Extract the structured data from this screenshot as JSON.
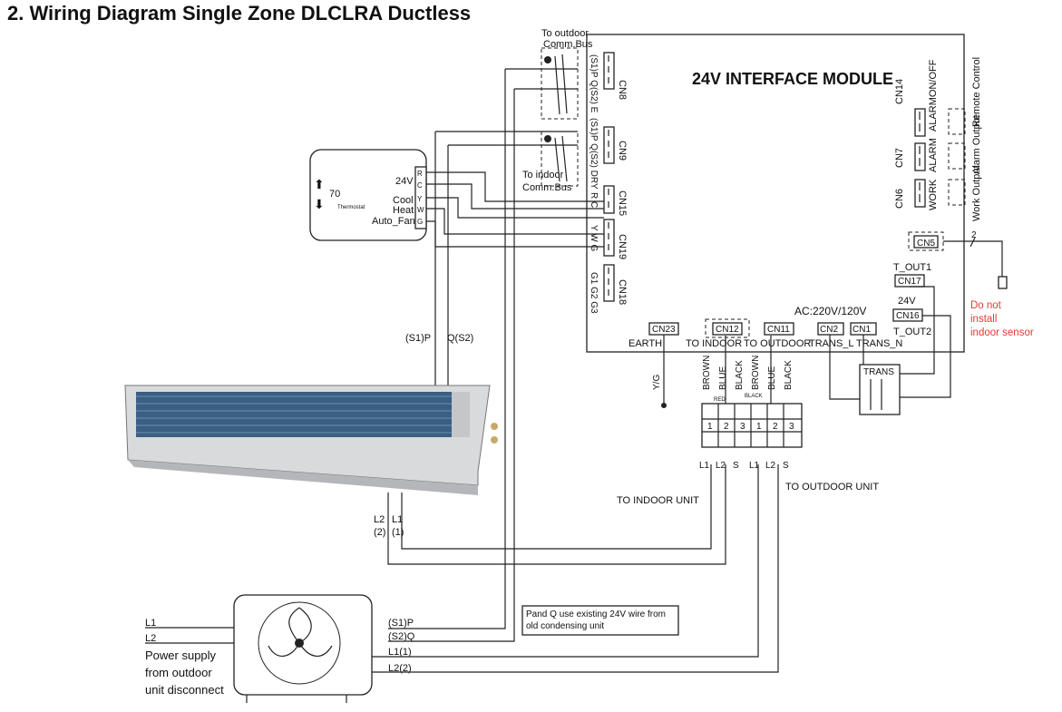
{
  "title": "2.   Wiring Diagram Single Zone DLCLRA Ductless",
  "module": {
    "title": "24V INTERFACE MODULE",
    "ports": {
      "cn8": "CN8",
      "cn9": "CN9",
      "cn15": "CN15",
      "cn19": "CN19",
      "cn18": "CN18",
      "cn14": "CN14",
      "cn7": "CN7",
      "cn6": "CN6",
      "cn5": "CN5",
      "cn17": "CN17",
      "cn16": "CN16",
      "cn23": "CN23",
      "cn12": "CN12",
      "cn11": "CN11",
      "cn2": "CN2",
      "cn1": "CN1"
    },
    "pins": {
      "cn8": "(S1)P Q(S2) E",
      "cn9": "(S1)P Q(S2) DRY",
      "cn15": "R C",
      "cn19": "Y W G",
      "cn18": "G1 G2 G3"
    },
    "right_labels": {
      "alarm_on_off": "ALARMON/OFF",
      "alarm": "ALARM",
      "work": "WORK",
      "remote_control": "Remote Control",
      "alarm_output": "Alarm Output",
      "work_output": "Work Output"
    },
    "bottom_labels": {
      "earth": "EARTH",
      "to_indoor": "TO INDOOR",
      "to_outdoor": "TO OUTDOOR",
      "trans_l": "TRANS_L",
      "trans_n": "TRANS_N",
      "ac": "AC:220V/120V",
      "t_out1": "T_OUT1",
      "t_out2": "T_OUT2",
      "v24": "24V"
    },
    "to_outdoor_bus": "To outdoor Comm.Bus",
    "to_indoor_bus": "To indoor Comm.Bus"
  },
  "thermostat": {
    "temp": "70",
    "label": "Thermostat",
    "terminals": [
      "R",
      "C",
      "Y",
      "W",
      "G"
    ],
    "labels": {
      "v24": "24V",
      "cool": "Cool",
      "heat": "Heat",
      "auto_fan": "Auto_Fan"
    }
  },
  "sensor_note": "Do not install indoor sensor",
  "trans": "TRANS",
  "terminal_block": {
    "wire_colors": [
      "BROWN",
      "BLUE",
      "BLACK",
      "BROWN",
      "BLUE",
      "BLACK"
    ],
    "red": "RED",
    "black": "BLACK",
    "numbers": [
      "1",
      "2",
      "3",
      "1",
      "2",
      "3"
    ],
    "bottom": [
      "L1",
      "L2",
      "S",
      "L1",
      "L2",
      "S"
    ],
    "yg": "Y/G",
    "to_indoor_unit": "TO INDOOR UNIT",
    "to_outdoor_unit": "TO OUTDOOR UNIT"
  },
  "indoor_unit": {
    "s1p": "(S1)P",
    "qs2": "Q(S2)",
    "l2": "L2",
    "l2n": "(2)",
    "l1": "L1",
    "l1n": "(1)"
  },
  "outdoor_unit": {
    "left": [
      "L1",
      "L2"
    ],
    "power_supply": [
      "Power supply",
      "from outdoor",
      "unit disconnect"
    ],
    "right": [
      "(S1)P",
      "(S2)Q",
      "L1(1)",
      "L2(2)"
    ],
    "note": [
      "Pand Q use existing 24V wire from",
      "old condensing unit"
    ]
  },
  "colors": {
    "line": "#222222",
    "note": "#e53935",
    "coil": "#3a5f82"
  }
}
